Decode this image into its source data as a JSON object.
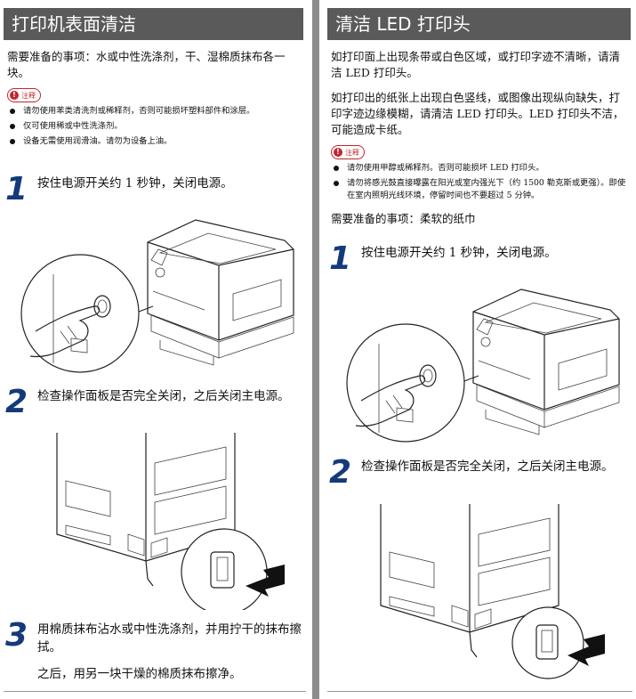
{
  "left": {
    "title": "打印机表面清洁",
    "intro": "需要准备的事项：水或中性洗涤剂，干、湿棉质抹布各一块。",
    "note_label": "注释",
    "notes": [
      "请勿使用苯类清洗剂或稀释剂，否则可能损坏塑料部件和涂层。",
      "仅可使用稀或中性洗涤剂。",
      "设备无需使用润滑油。请勿为设备上油。"
    ],
    "steps": [
      {
        "num": "1",
        "text": "按住电源开关约 1 秒钟，关闭电源。"
      },
      {
        "num": "2",
        "text": "检查操作面板是否完全关闭，之后关闭主电源。"
      },
      {
        "num": "3",
        "text": "用棉质抹布沾水或中性洗涤剂，并用拧干的抹布擦拭。",
        "sub": "之后，用另一块干燥的棉质抹布擦净。"
      }
    ]
  },
  "right": {
    "title": "清洁 LED 打印头",
    "intro1": "如打印面上出现条带或白色区域，或打印字迹不清晰，请清洁 LED 打印头。",
    "intro2": "如打印出的纸张上出现白色竖线，或图像出现纵向缺失，打印字迹边缘模糊，请清洁 LED 打印头。LED 打印头不洁，可能造成卡纸。",
    "note_label": "注释",
    "notes": [
      "请勿使用甲醇或稀释剂。否则可能损坏 LED 打印头。",
      "请勿将感光鼓直接曝露在阳光或室内强光下（约 1500 勒克斯或更强）。即使在室内照明光线环境，停留时间也不要超过 5 分钟。"
    ],
    "prep": "需要准备的事项：柔软的纸巾",
    "steps": [
      {
        "num": "1",
        "text": "按住电源开关约 1 秒钟，关闭电源。"
      },
      {
        "num": "2",
        "text": "检查操作面板是否完全关闭，之后关闭主电源。"
      }
    ]
  },
  "icons": {
    "printer": "printer-illustration",
    "switch": "main-power-switch-illustration",
    "press": "finger-pressing-power-button-icon"
  }
}
